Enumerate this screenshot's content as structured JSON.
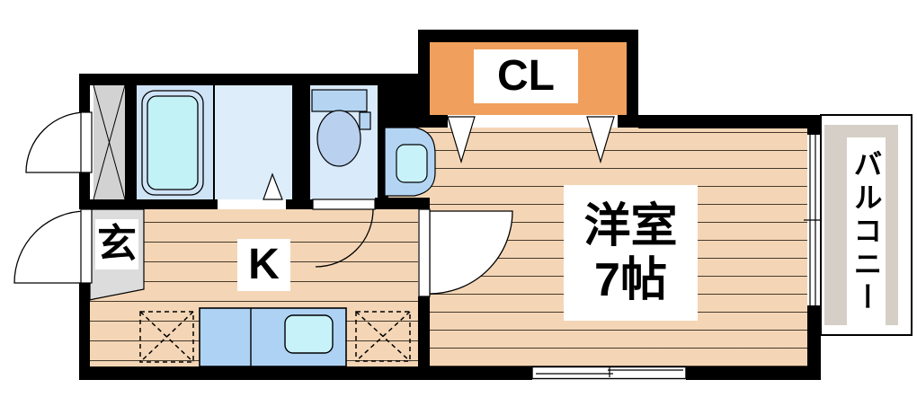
{
  "title": "Japanese apartment floor plan (1K layout)",
  "rooms": {
    "closet": {
      "label": "CL"
    },
    "western_room": {
      "label": "洋室",
      "size": "7帖"
    },
    "kitchen": {
      "label": "K"
    },
    "entrance": {
      "label": "玄"
    },
    "balcony": {
      "label": "バルコニー"
    },
    "bathroom": {
      "label": ""
    },
    "washroom": {
      "label": ""
    },
    "toilet_room": {
      "label": ""
    }
  },
  "fixtures": [
    "bathtub",
    "toilet",
    "washbasin",
    "kitchen-sink",
    "kitchen-counter",
    "appliance-space-left",
    "appliance-space-right",
    "hatched-storage"
  ],
  "colors": {
    "wall": "#000000",
    "wood": "#f4d6b6",
    "floor-line": "rgba(40,30,20,0.85)",
    "cl-orange": "#f0a05c",
    "genkan-gray": "#dcdcdc",
    "hatch-gray": "#d2d2d2",
    "bath-floor": "#cfe3f6",
    "washroom-floor": "#ddedfa",
    "toilet-floor": "#d9eafa",
    "fixture-blue": "#b3d5f3",
    "tank-blue": "#b4d4f2",
    "bowl-blue": "#b9d0ee",
    "water-cyan": "#c8f2f9",
    "tub-cyan": "#c2f1f6",
    "counter-blue": "#aed2f4",
    "balcony-gray": "#d6cfc7"
  }
}
